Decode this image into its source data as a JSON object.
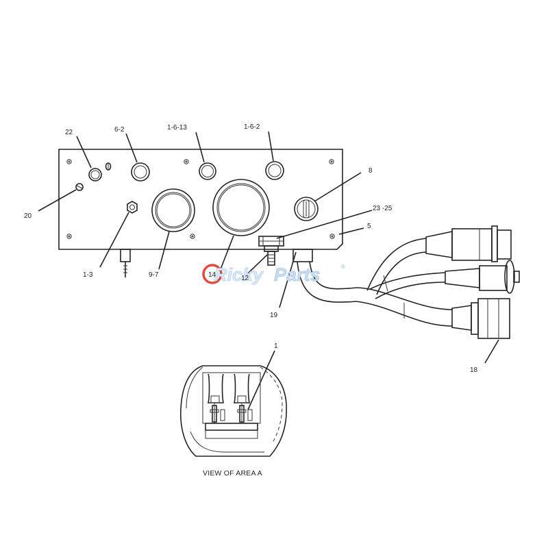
{
  "callouts": {
    "c22": "22",
    "c6_2": "6-2",
    "c1_6_13": "1-6-13",
    "c1_6_2": "1-6-2",
    "c8": "8",
    "c23_25": "23 -25",
    "c5": "5",
    "c20": "20",
    "c1_3": "1-3",
    "c9_7": "9-7",
    "c14": "14",
    "c12": "12",
    "c19": "19",
    "c18": "18",
    "c1": "1"
  },
  "detail_caption": "VIEW OF AREA A",
  "watermark": {
    "brand_a": "Ricky",
    "brand_b": "Parts",
    "registered": "®",
    "color_a": "#d9e8f6",
    "color_b": "#c9ddf2",
    "mark_color": "#e24a3b"
  },
  "colors": {
    "line": "#222222",
    "background": "#ffffff"
  }
}
